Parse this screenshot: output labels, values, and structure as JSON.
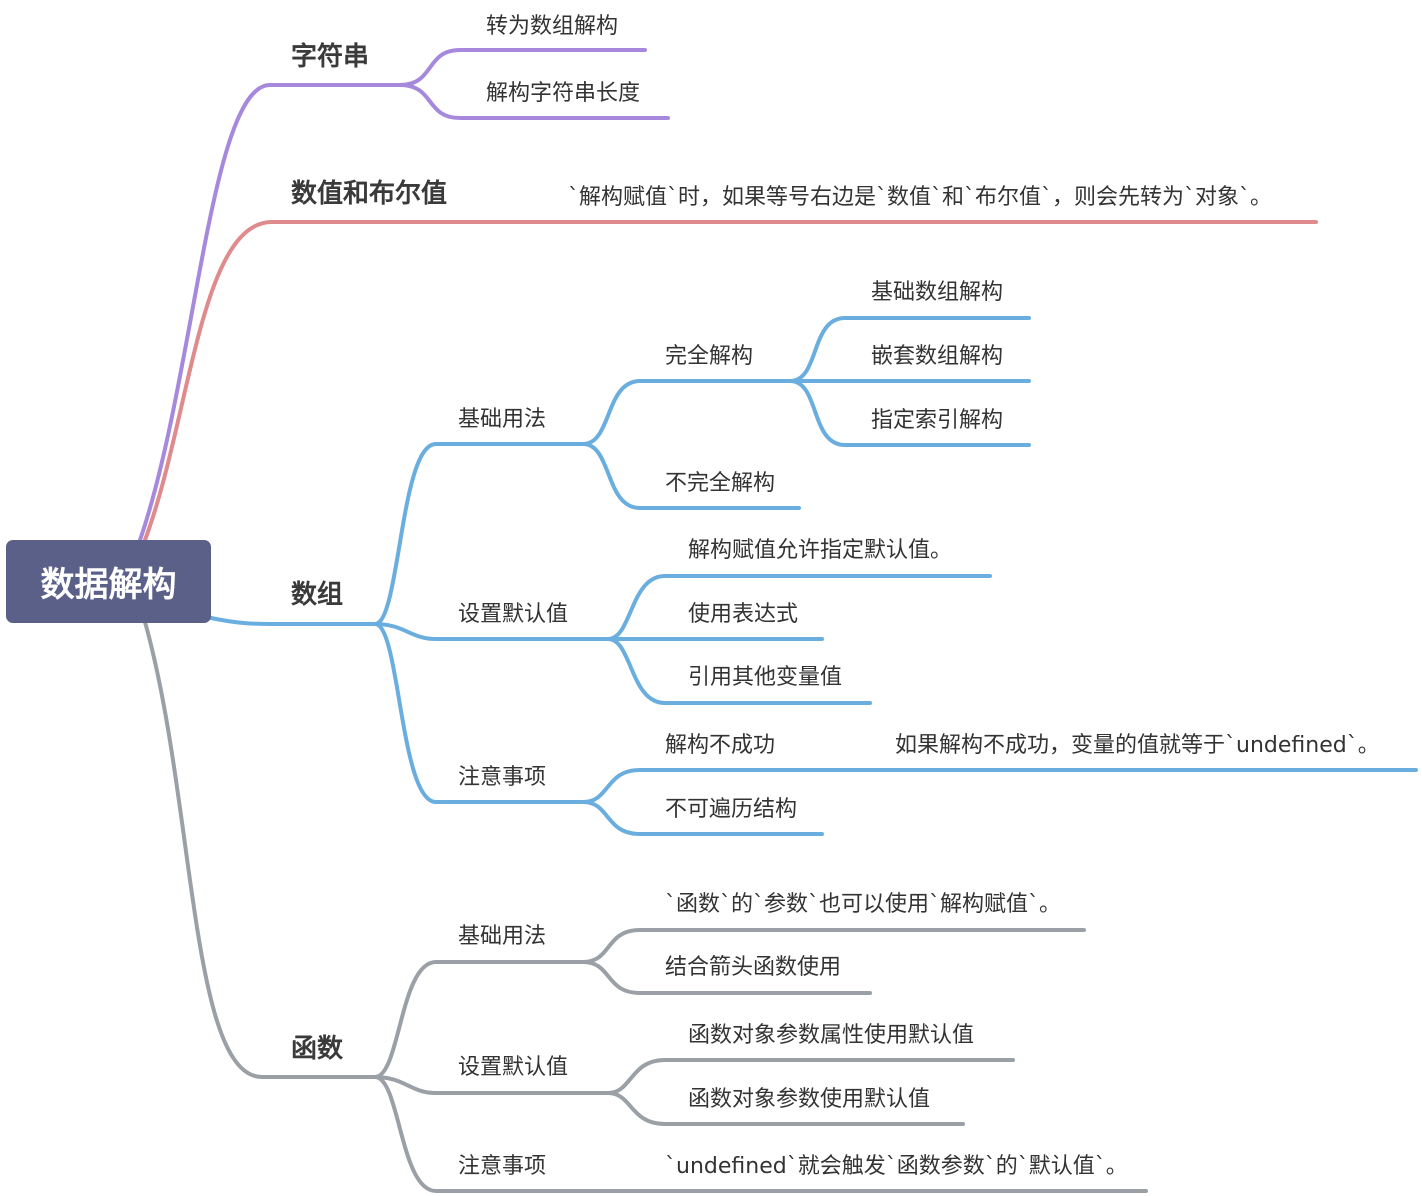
{
  "colors": {
    "root_bg": "#5b6089",
    "string_branch": "#a688dc",
    "number_branch": "#df8a8c",
    "array_branch": "#6aaee0",
    "function_branch": "#9aa0a6"
  },
  "root": {
    "label": "数据解构"
  },
  "branches": {
    "string": {
      "label": "字符串",
      "children": [
        "转为数组解构",
        "解构字符串长度"
      ]
    },
    "number_boolean": {
      "label": "数值和布尔值",
      "note": "`解构赋值`时，如果等号右边是`数值`和`布尔值`，则会先转为`对象`。"
    },
    "array": {
      "label": "数组",
      "basic": {
        "label": "基础用法",
        "full": {
          "label": "完全解构",
          "children": [
            "基础数组解构",
            "嵌套数组解构",
            "指定索引解构"
          ]
        },
        "partial": {
          "label": "不完全解构"
        }
      },
      "defaults": {
        "label": "设置默认值",
        "children": [
          "解构赋值允许指定默认值。",
          "使用表达式",
          "引用其他变量值"
        ]
      },
      "notes": {
        "label": "注意事项",
        "fail": {
          "label": "解构不成功",
          "note": "如果解构不成功，变量的值就等于`undefined`。"
        },
        "noniterable": {
          "label": "不可遍历结构"
        }
      }
    },
    "function": {
      "label": "函数",
      "basic": {
        "label": "基础用法",
        "children": [
          "`函数`的`参数`也可以使用`解构赋值`。",
          "结合箭头函数使用"
        ]
      },
      "defaults": {
        "label": "设置默认值",
        "children": [
          "函数对象参数属性使用默认值",
          "函数对象参数使用默认值"
        ]
      },
      "notes": {
        "label": "注意事项",
        "note": "`undefined`就会触发`函数参数`的`默认值`。"
      }
    }
  }
}
